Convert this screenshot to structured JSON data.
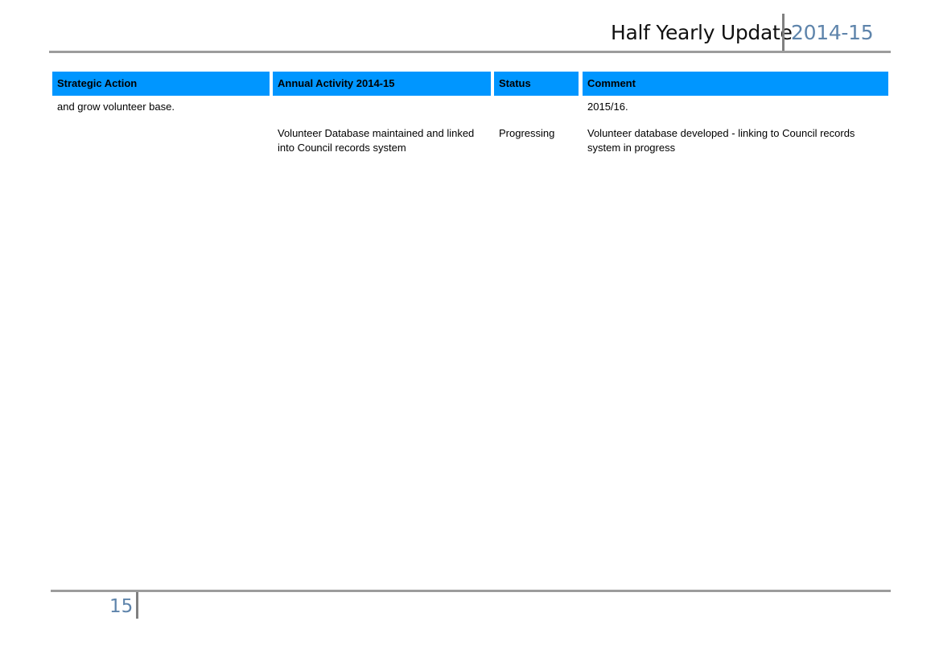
{
  "header": {
    "title": "Half Yearly Update",
    "year": "2014-15"
  },
  "table": {
    "columns": [
      "Strategic Action",
      "Annual Activity 2014-15",
      "Status",
      "Comment"
    ],
    "rows": [
      [
        "and grow volunteer base.",
        "",
        "",
        "2015/16."
      ],
      [
        "",
        "Volunteer Database maintained and linked into Council records system",
        "Progressing",
        "Volunteer database developed - linking to Council records system in progress"
      ]
    ]
  },
  "footer": {
    "page_number": "15"
  },
  "colors": {
    "header_fill": "#0096ff",
    "accent_text": "#5e84ab",
    "rule": "#9c9c9c"
  }
}
